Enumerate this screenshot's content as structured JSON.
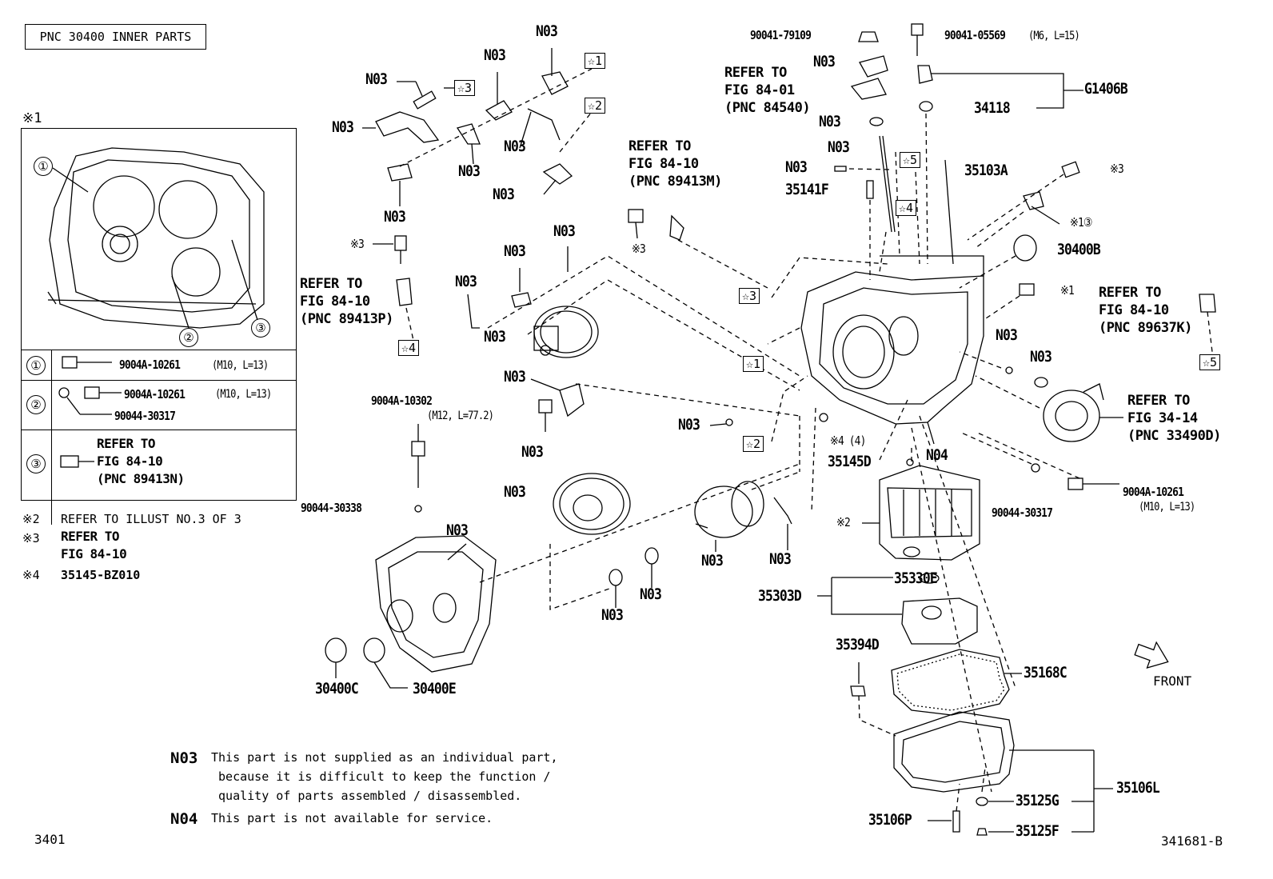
{
  "title": "PNC 30400 INNER PARTS",
  "figure_code": "3401",
  "illustration_code": "341681-B",
  "front_label": "FRONT",
  "panel": {
    "marker": "※1",
    "rows": [
      {
        "num": "①",
        "part": "9004A-10261",
        "spec": "(M10, L=13)"
      },
      {
        "num": "②",
        "part": "9004A-10261",
        "spec": "(M10, L=13)",
        "part2": "90044-30317"
      },
      {
        "num": "③",
        "ref": "REFER TO\nFIG 84-10\n(PNC 89413N)"
      }
    ]
  },
  "notes": [
    {
      "mark": "※2",
      "text": "REFER TO ILLUST NO.3 OF 3"
    },
    {
      "mark": "※3",
      "text": "REFER TO\nFIG 84-10"
    },
    {
      "mark": "※4",
      "text": "35145-BZ010"
    }
  ],
  "legend": [
    {
      "code": "N03",
      "text": "This part is not supplied as an individual part,\n because it is difficult to keep the function /\n quality of parts assembled / disassembled."
    },
    {
      "code": "N04",
      "text": "This part is not available for service."
    }
  ],
  "refs": {
    "r84540": "REFER TO\nFIG 84-01\n(PNC 84540)",
    "r89413M": "REFER TO\nFIG 84-10\n(PNC 89413M)",
    "r89413P": "REFER TO\nFIG 84-10\n(PNC 89413P)",
    "r89637K": "REFER TO\nFIG 84-10\n(PNC 89637K)",
    "r33490D": "REFER TO\nFIG 34-14\n(PNC 33490D)"
  },
  "stars": [
    "☆1",
    "☆2",
    "☆3",
    "☆4",
    "☆5"
  ],
  "labels": {
    "n03": "N03",
    "n04": "N04",
    "p90041_79109": "90041-79109",
    "p90041_05569": "90041-05569",
    "p90041_05569_spec": "(M6, L=15)",
    "pG1406B": "G1406B",
    "p34118": "34118",
    "p35103A": "35103A",
    "p35141F": "35141F",
    "p30400B": "30400B",
    "p9004A_10302": "9004A-10302",
    "p9004A_10302_spec": "(M12, L=77.2)",
    "p90044_30338": "90044-30338",
    "p35145D": "35145D",
    "p_note4": "※4 (4)",
    "p90044_30317": "90044-30317",
    "p9004A_10261": "9004A-10261",
    "p9004A_10261_spec": "(M10, L=13)",
    "p35330E": "35330E",
    "p35303D": "35303D",
    "p35394D": "35394D",
    "p35168C": "35168C",
    "p35106L": "35106L",
    "p35125G": "35125G",
    "p35125F": "35125F",
    "p35106P": "35106P",
    "p30400C": "30400C",
    "p30400E": "30400E",
    "m1": "※1",
    "m2": "※2",
    "m3": "※3",
    "m1c3": "※1③"
  }
}
